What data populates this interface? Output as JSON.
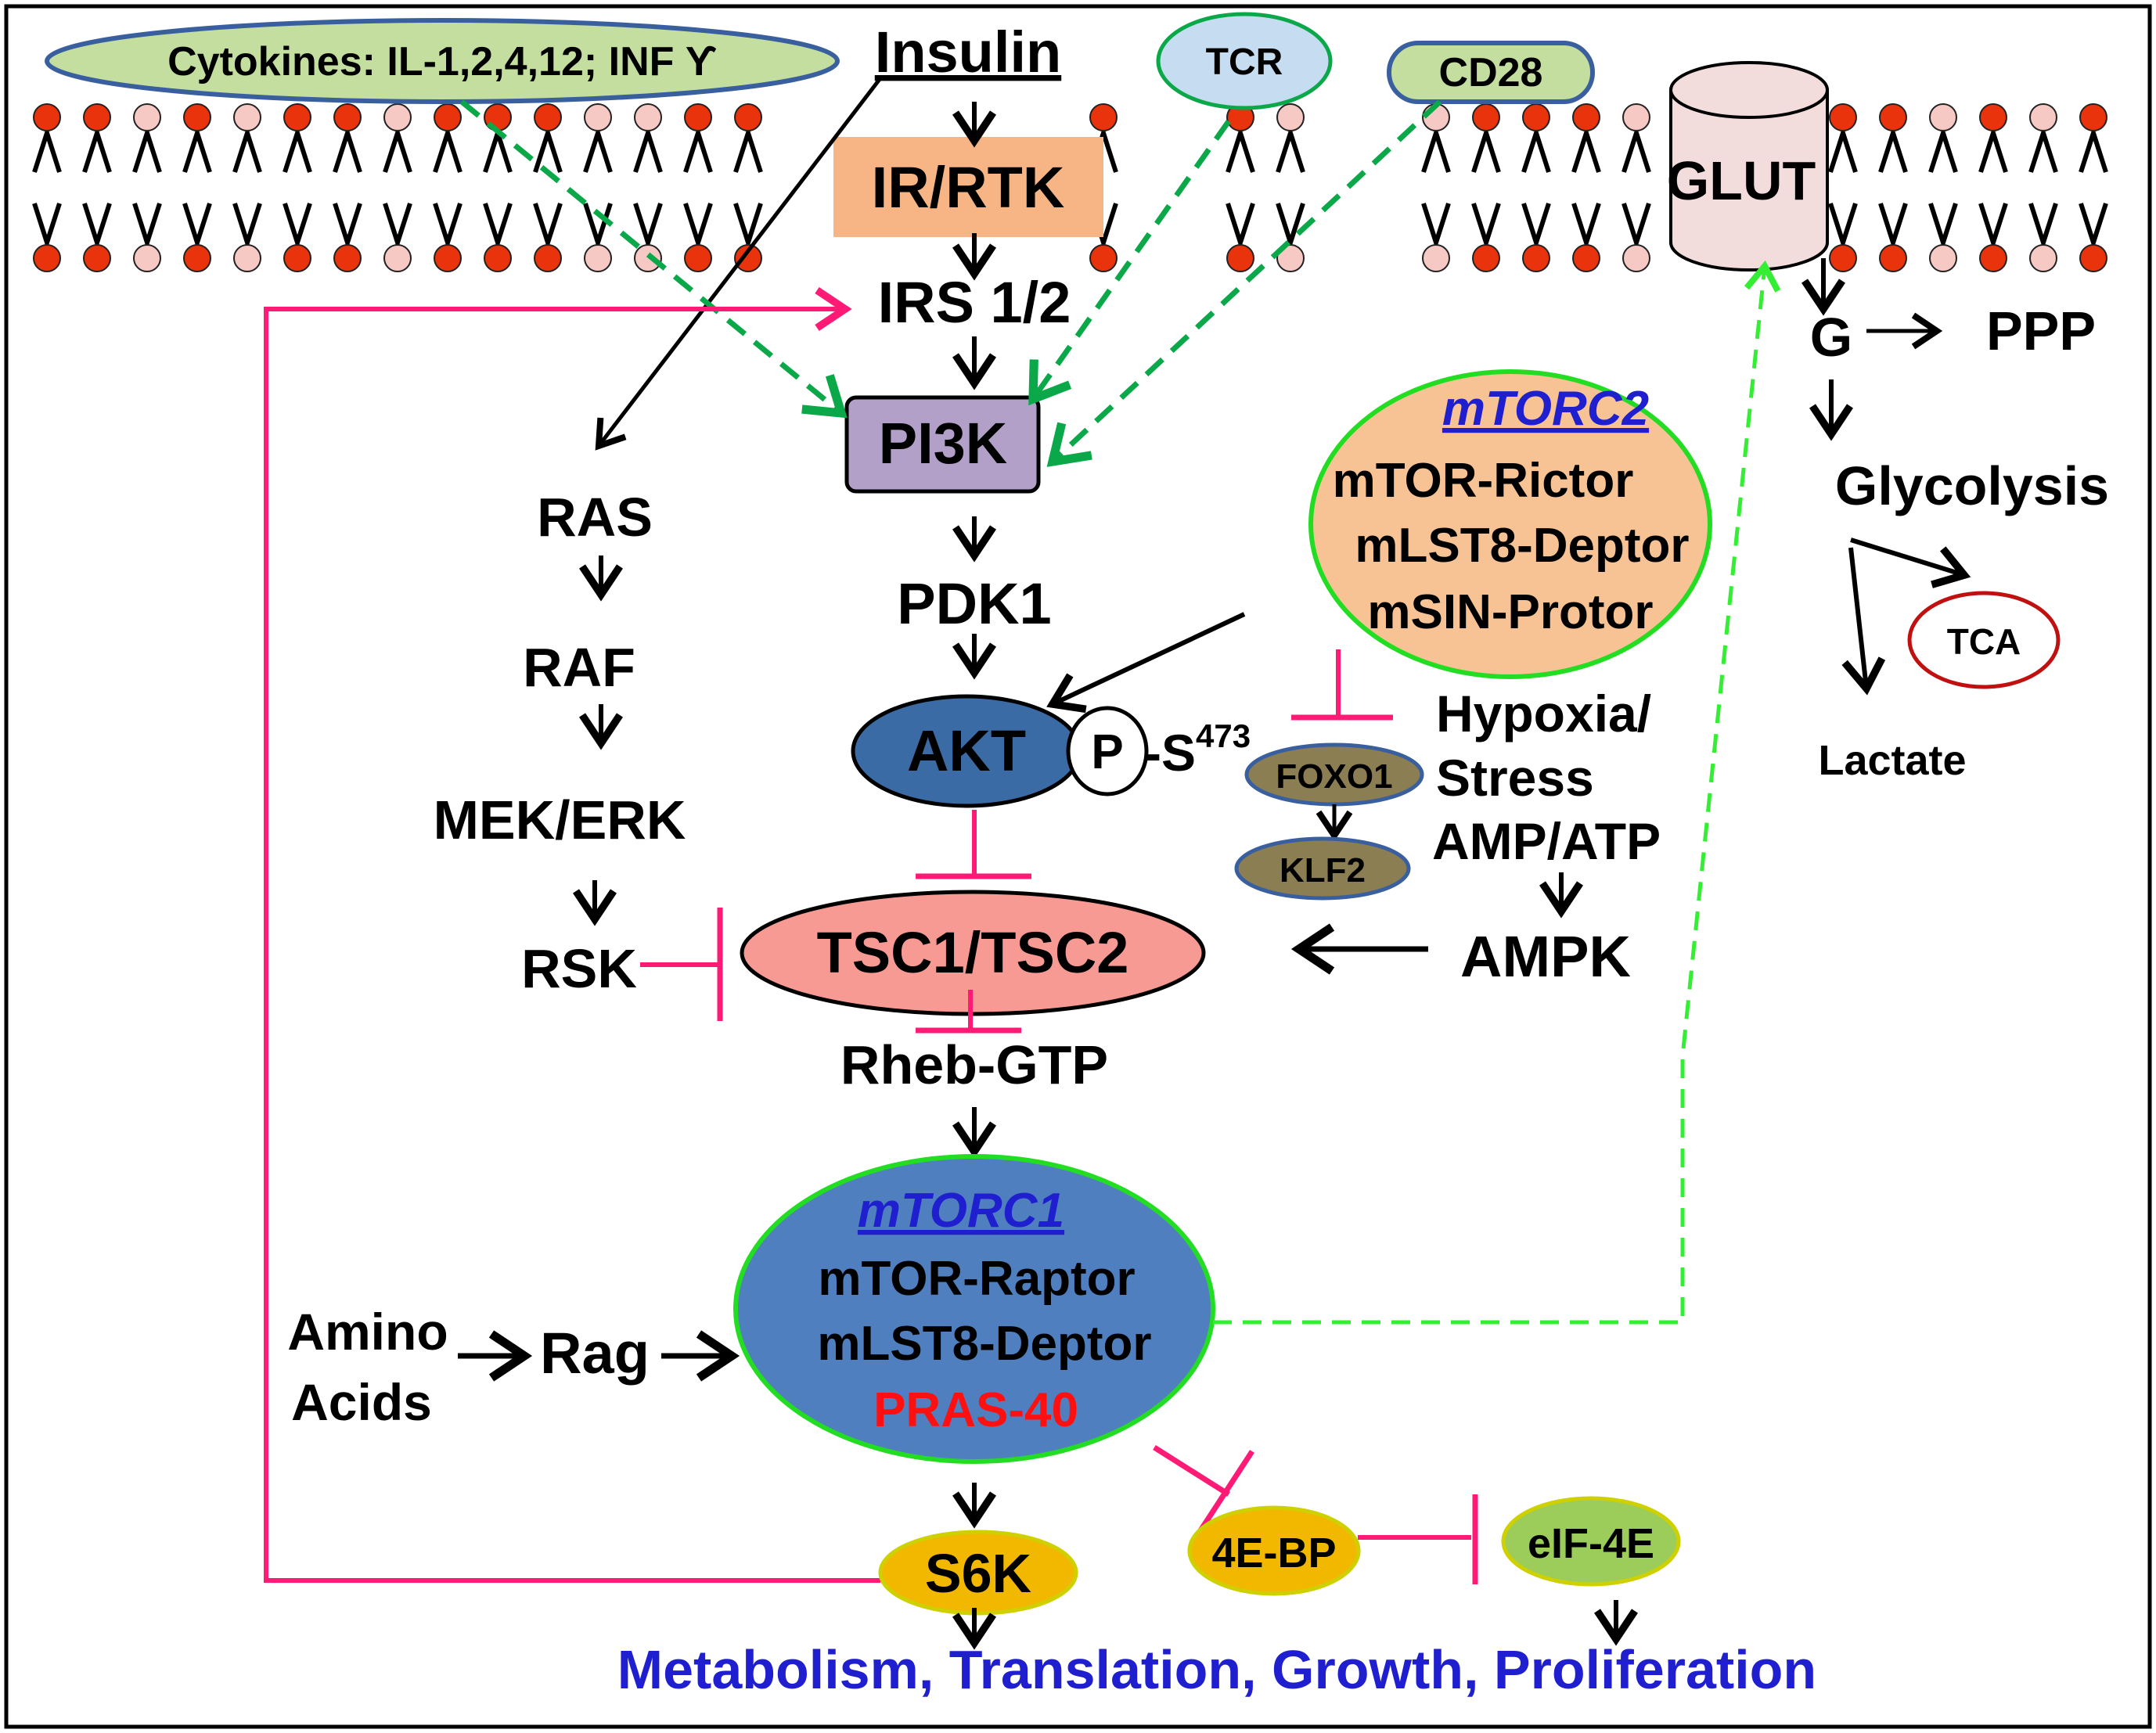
{
  "colors": {
    "inhibit": "#ff1a75",
    "activate": "#000000",
    "dashed_green": "#0ba84a",
    "dashed_light_green": "#33ee33",
    "phospholipid_head": "#e8330c",
    "phospholipid_head_light": "#f7c9c4",
    "cytokine_fill": "#c4dea0",
    "tcr_fill": "#c6dcf0",
    "irrtk_fill": "#f7b585",
    "pi3k_fill": "#b3a0c8",
    "mtorc2_fill": "#f7c394",
    "mtorc1_fill": "#4f7fbf",
    "akt_fill": "#3b6ba5",
    "tsc_fill": "#f79a94",
    "s6k_fill": "#f2b800",
    "eif_fill": "#9ccc5a",
    "foxo_fill": "#8a7e52",
    "glut_fill": "#f2dcdc",
    "title_blue": "#1f1fd0",
    "pras_red": "#ff1010"
  },
  "membrane": {
    "cytokines": "Cytokines: IL-1,2,4,12; INF ϒ",
    "insulin": "Insulin",
    "tcr": "TCR",
    "cd28": "CD28",
    "irrtk": "IR/RTK",
    "glut": "GLUT"
  },
  "pathway": {
    "irs": "IRS 1/2",
    "pi3k": "PI3K",
    "pdk1": "PDK1",
    "akt": "AKT",
    "phospho_p": "P",
    "phospho_site": "-S",
    "phospho_sup": "473",
    "ras": "RAS",
    "raf": "RAF",
    "mek": "MEK/ERK",
    "rsk": "RSK",
    "tsc": "TSC1/TSC2",
    "rheb": "Rheb-GTP",
    "amino1": "Amino",
    "amino2": "Acids",
    "rag": "Rag",
    "s6k": "S6K",
    "fourebp": "4E-BP",
    "eif": "eIF-4E",
    "outcome": "Metabolism, Translation, Growth, Proliferation"
  },
  "mtorc2": {
    "title": "mTORC2",
    "line1": "mTOR-Rictor",
    "line2": "mLST8-Deptor",
    "line3": "mSIN-Protor"
  },
  "mtorc1": {
    "title": "mTORC1",
    "line1": "mTOR-Raptor",
    "line2": "mLST8-Deptor",
    "line3": "PRAS-40"
  },
  "stress": {
    "hypoxia1": "Hypoxia/",
    "hypoxia2": "Stress",
    "ampatp": "AMP/ATP",
    "ampk": "AMPK",
    "foxo1": "FOXO1",
    "klf2": "KLF2"
  },
  "glycolysis": {
    "g": "G",
    "ppp": "PPP",
    "glycolysis": "Glycolysis",
    "tca": "TCA",
    "lactate": "Lactate"
  }
}
